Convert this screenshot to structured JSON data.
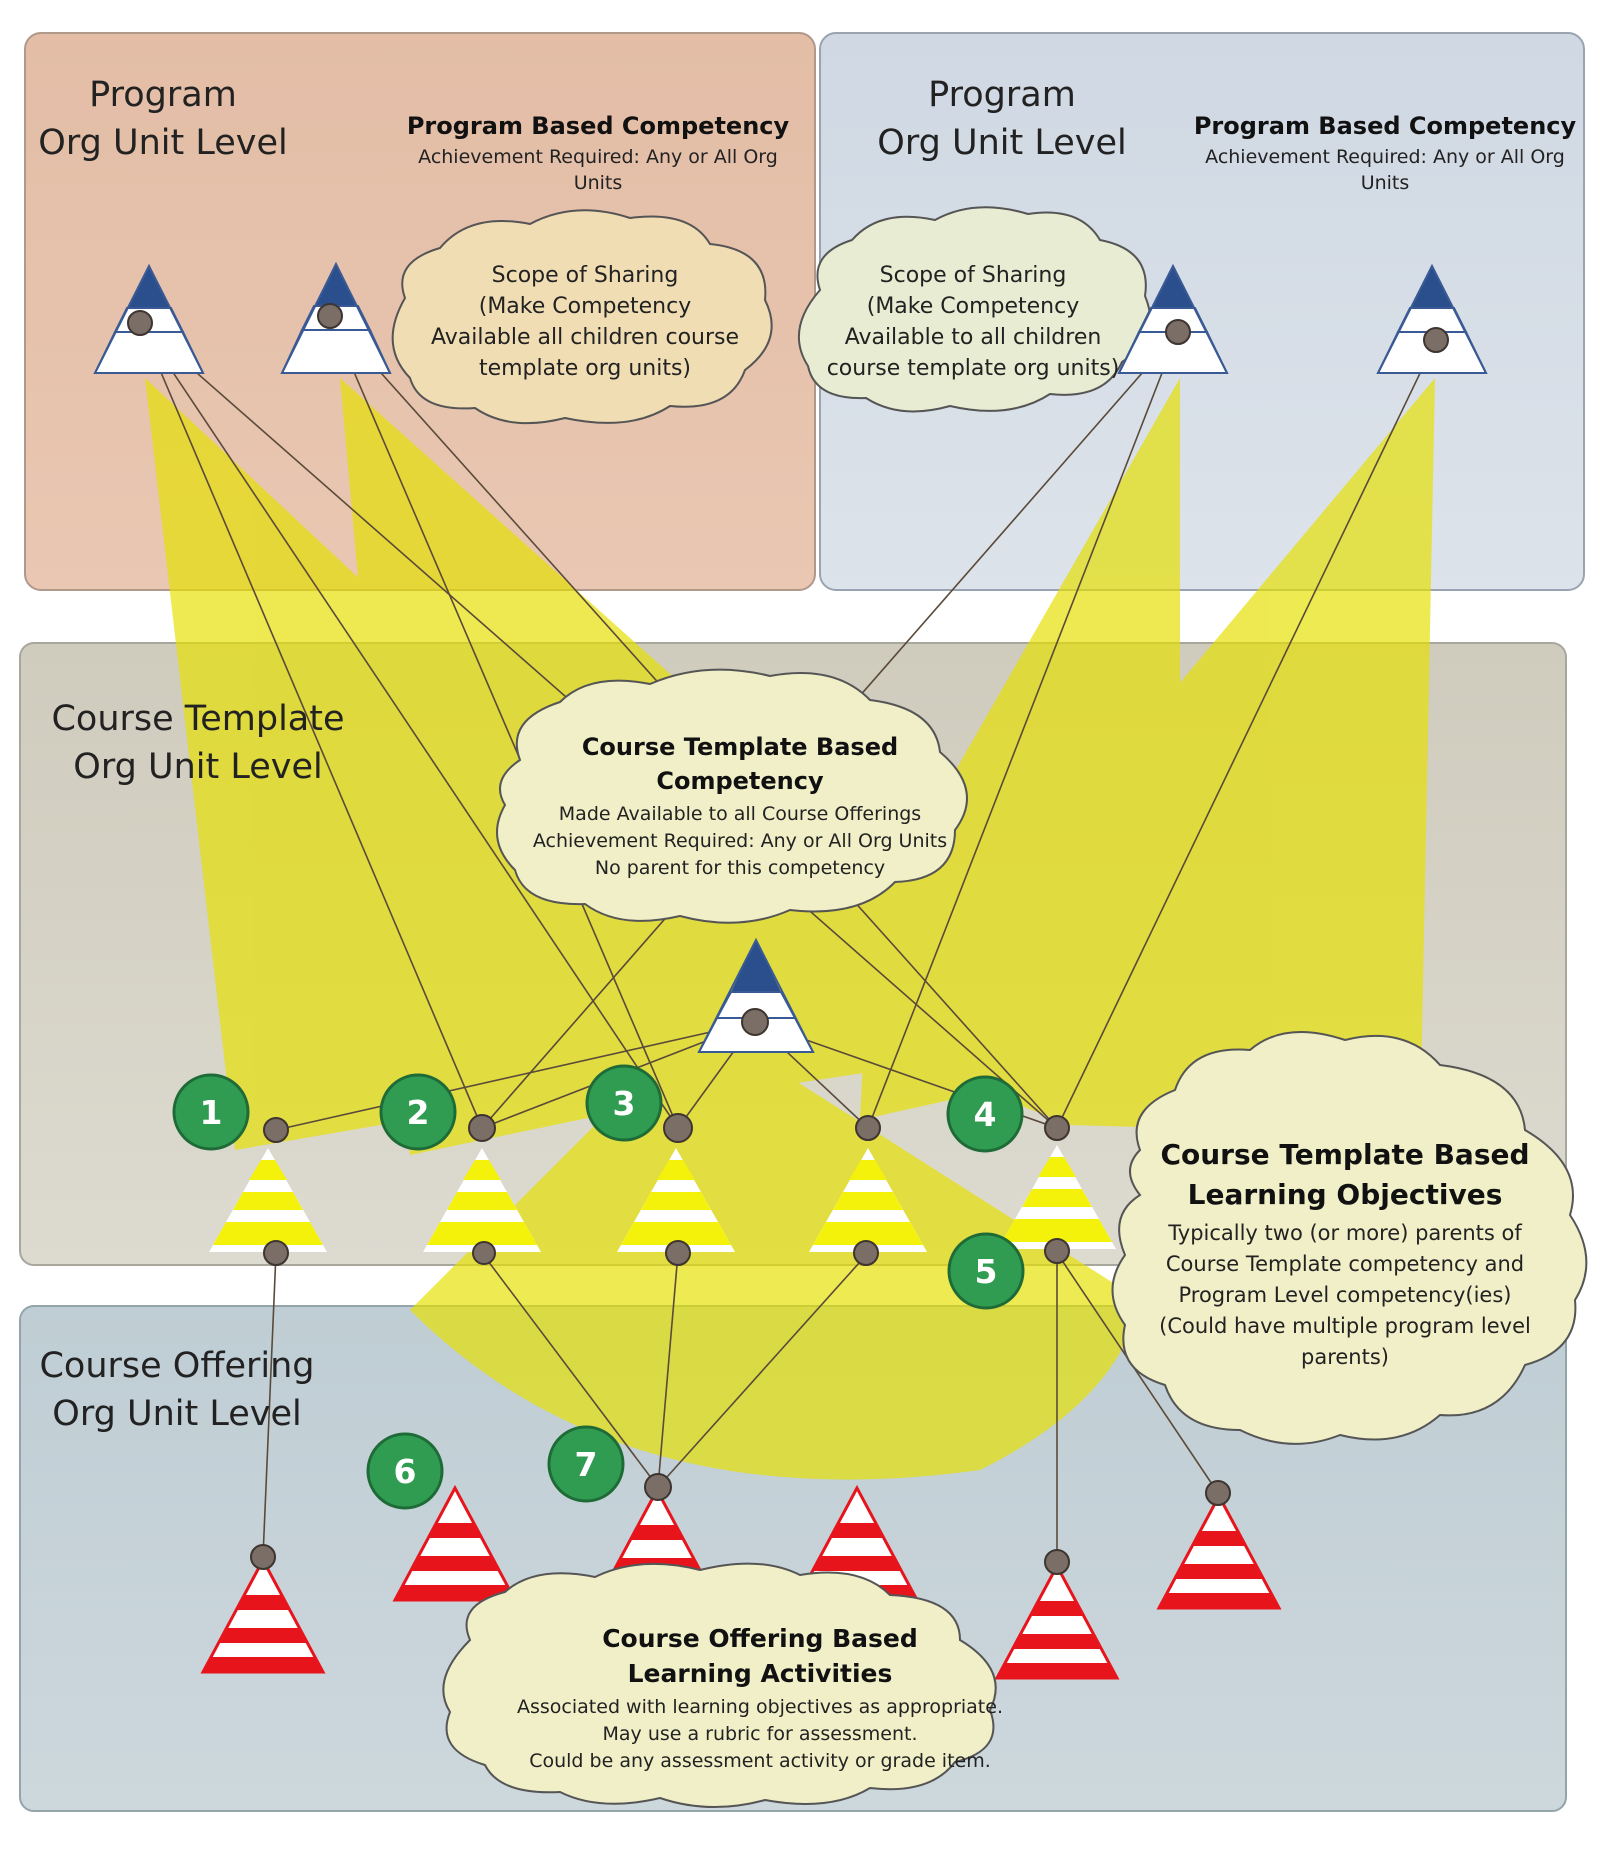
{
  "zones": {
    "program_left": {
      "title_line1": "Program",
      "title_line2": "Org Unit Level",
      "competency_title": "Program Based Competency",
      "competency_line1": "Achievement Required:  Any or All Org",
      "competency_line2": "Units",
      "color": "#e6c0a9"
    },
    "program_right": {
      "title_line1": "Program",
      "title_line2": "Org Unit Level",
      "competency_title": "Program Based Competency",
      "competency_line1": "Achievement Required:  Any or All Org",
      "competency_line2": "Units",
      "color": "#d3dbe5"
    },
    "course_template": {
      "title_line1": "Course Template",
      "title_line2": "Org Unit Level",
      "color": "#d5d2c6"
    },
    "course_offering": {
      "title_line1": "Course Offering",
      "title_line2": "Org Unit Level",
      "color": "#c3d0d6"
    }
  },
  "clouds": {
    "scope_left": {
      "line1": "Scope of Sharing",
      "line2": "(Make Competency",
      "line3": "Available all children course",
      "line4": "template org units)"
    },
    "scope_right": {
      "line1": "Scope of Sharing",
      "line2": "(Make Competency",
      "line3": "Available  to all children",
      "line4": "course template org units)"
    },
    "template_competency": {
      "title1": "Course Template Based",
      "title2": "Competency",
      "line1": "Made Available to all Course Offerings",
      "line2": "Achievement Required:  Any or All Org Units",
      "line3": "No parent for this competency"
    },
    "learning_objectives": {
      "title1": "Course Template Based",
      "title2": "Learning Objectives",
      "line1": "Typically two (or more) parents of",
      "line2": "Course Template competency and",
      "line3": "Program Level competency(ies)",
      "line4": "(Could have multiple program level",
      "line5": "parents)"
    },
    "learning_activities": {
      "title1": "Course Offering Based",
      "title2": "Learning Activities",
      "line1": "Associated with learning objectives as appropriate.",
      "line2": "May use a rubric for assessment.",
      "line3": "Could be any assessment activity or grade item."
    }
  },
  "badges": [
    "1",
    "2",
    "3",
    "4",
    "5",
    "6",
    "7"
  ],
  "colors": {
    "competency_blue": "#2b4f8c",
    "objective_yellow": "#f4f20a",
    "activity_red": "#e8141c",
    "badge_green": "#2f9c52",
    "beam": "#e6e000",
    "cloud_fill": "#f1eec8"
  }
}
